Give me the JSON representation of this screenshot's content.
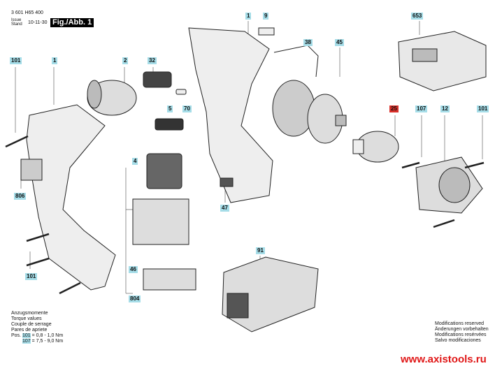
{
  "header": {
    "part_number": "3 601 H65 400",
    "issue_label": "Issue",
    "stand_label": "Stand",
    "date": "10-11-30",
    "figure": "Fig./Abb. 1"
  },
  "labels": [
    {
      "id": "101",
      "highlight": false
    },
    {
      "id": "1",
      "highlight": false
    },
    {
      "id": "2",
      "highlight": false
    },
    {
      "id": "32",
      "highlight": false
    },
    {
      "id": "5",
      "highlight": false
    },
    {
      "id": "70",
      "highlight": false
    },
    {
      "id": "4",
      "highlight": false
    },
    {
      "id": "806",
      "highlight": false
    },
    {
      "id": "101",
      "highlight": false
    },
    {
      "id": "46",
      "highlight": false
    },
    {
      "id": "804",
      "highlight": false
    },
    {
      "id": "47",
      "highlight": false
    },
    {
      "id": "91",
      "highlight": false
    },
    {
      "id": "1",
      "highlight": false
    },
    {
      "id": "9",
      "highlight": false
    },
    {
      "id": "38",
      "highlight": false
    },
    {
      "id": "45",
      "highlight": false
    },
    {
      "id": "653",
      "highlight": false
    },
    {
      "id": "25",
      "highlight": true
    },
    {
      "id": "107",
      "highlight": false
    },
    {
      "id": "12",
      "highlight": false
    },
    {
      "id": "101",
      "highlight": false
    }
  ],
  "torque": {
    "lines": [
      "Anzugsmomente",
      "Torque values",
      "Couple de serrage",
      "Pares de apriete"
    ],
    "pos_label": "Pos.",
    "rows": [
      {
        "pos": "101",
        "value": "= 0,8 - 1,0 Nm"
      },
      {
        "pos": "107",
        "value": "= 7,5 - 9,0 Nm"
      }
    ]
  },
  "notice": [
    "Modifications reserved",
    "Änderungen vorbehalten",
    "Modifications resérvées",
    "Salvo modificaciones"
  ],
  "website": "www.axistools.ru",
  "colors": {
    "label_bg": "#a6dde8",
    "highlight": "#d9302a",
    "url": "#e01818"
  }
}
